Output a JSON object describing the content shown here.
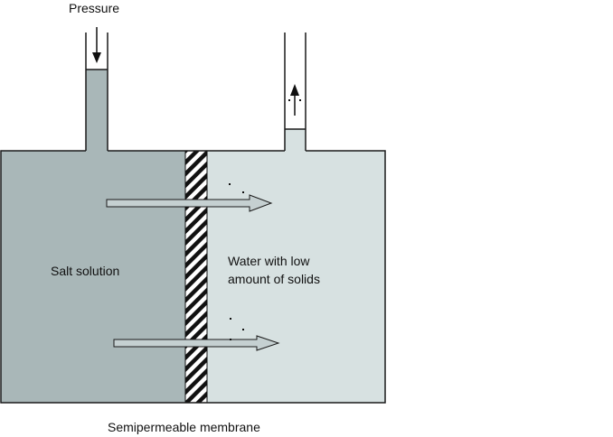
{
  "labels": {
    "pressure": "Pressure",
    "salt_solution": "Salt solution",
    "water_line1": "Water with low",
    "water_line2": "amount of solids",
    "membrane": "Semipermeable membrane"
  },
  "colors": {
    "salt_side": "#a9b7b8",
    "water_side": "#d7e1e1",
    "outline": "#1a1a1a",
    "arrow_fill": "#c5d0d1",
    "background": "#ffffff"
  }
}
